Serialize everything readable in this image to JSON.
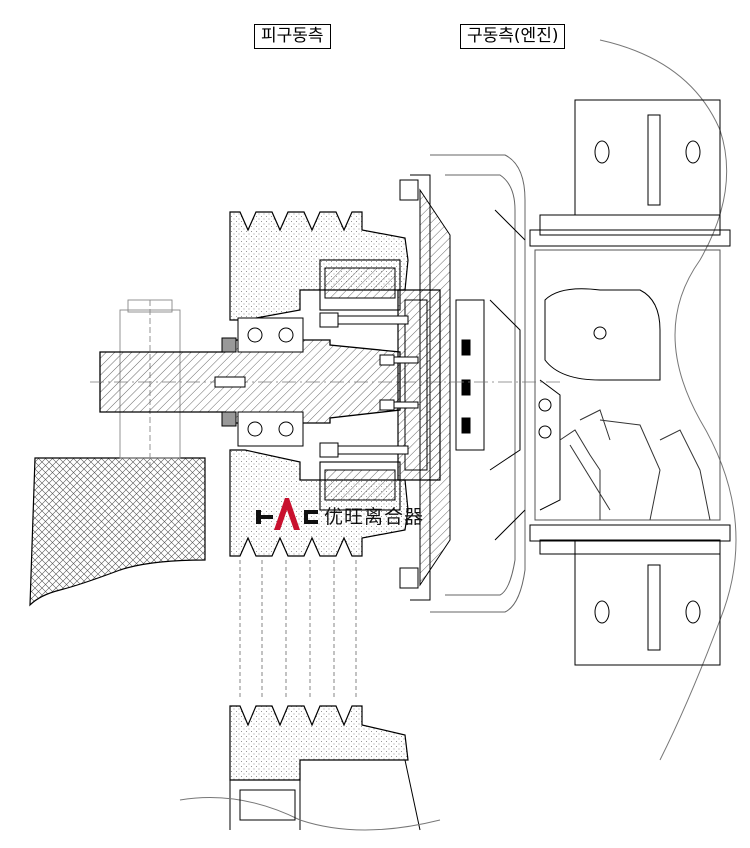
{
  "labels": {
    "driven_side": "피구동측",
    "drive_side": "구동측(엔진)"
  },
  "logo": {
    "mark": "HAC",
    "company": "优旺离合器",
    "accent_color": "#c8102e"
  },
  "colors": {
    "line": "#000000",
    "hatch": "#555555",
    "thin": "#888888"
  }
}
